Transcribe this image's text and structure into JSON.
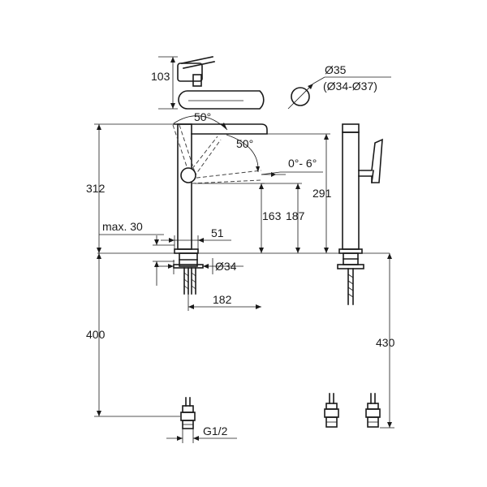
{
  "labels": {
    "h_103": "103",
    "dia_35": "Ø35",
    "dia_range": "(Ø34-Ø37)",
    "ang_50_top": "50°",
    "ang_50_side": "50°",
    "ang_0_6": "0°- 6°",
    "h_312": "312",
    "h_291": "291",
    "h_163": "163",
    "h_187": "187",
    "max_30": "max. 30",
    "w_51": "51",
    "dia_34": "Ø34",
    "w_182": "182",
    "h_400": "400",
    "h_430": "430",
    "thread": "G1/2"
  }
}
